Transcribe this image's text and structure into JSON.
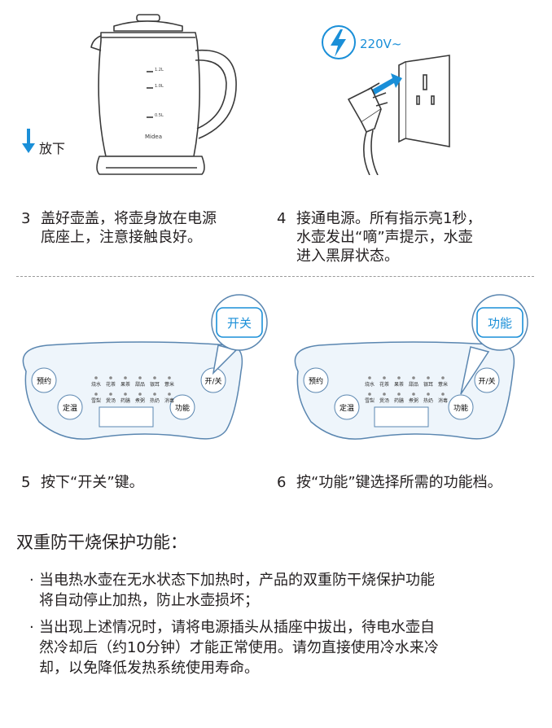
{
  "illustrations": {
    "kettle": {
      "brand": "Midea",
      "put_down_label": "放下",
      "scale_marks": [
        "1.2L",
        "1.0L",
        "0.5L"
      ]
    },
    "outlet": {
      "voltage": "220V~"
    }
  },
  "steps": [
    {
      "number": "3",
      "lines": [
        "盖好壶盖，将壶身放在电源",
        "底座上，注意接触良好。"
      ]
    },
    {
      "number": "4",
      "lines": [
        "接通电源。所有指示亮1秒，",
        "水壶发出“嘀”声提示，水壶",
        "进入黑屏状态。"
      ]
    },
    {
      "number": "5",
      "lines": [
        "按下“开关”键。"
      ]
    },
    {
      "number": "6",
      "lines": [
        "按“功能”键选择所需的功能档。"
      ]
    }
  ],
  "panels": [
    {
      "callout": "开关",
      "buttons": {
        "reserve": "预约",
        "keep_warm": "定温",
        "power": "开/关",
        "function": "功能"
      },
      "indicators_row1": [
        "烧水",
        "花茶",
        "果茶",
        "甜品",
        "银耳",
        "薏米"
      ],
      "indicators_row2": [
        "雪梨",
        "煲汤",
        "药膳",
        "煮粥",
        "热奶",
        "消毒"
      ]
    },
    {
      "callout": "功能",
      "buttons": {
        "reserve": "预约",
        "keep_warm": "定温",
        "power": "开/关",
        "function": "功能"
      },
      "indicators_row1": [
        "烧水",
        "花茶",
        "果茶",
        "甜品",
        "银耳",
        "薏米"
      ],
      "indicators_row2": [
        "雪梨",
        "煲汤",
        "药膳",
        "煮粥",
        "热奶",
        "消毒"
      ]
    }
  ],
  "protection": {
    "title": "双重防干烧保护功能：",
    "bullets": [
      {
        "lines": [
          "当电热水壶在无水状态下加热时，产品的双重防干烧保护功能",
          "将自动停止加热，防止水壶损坏；"
        ]
      },
      {
        "lines": [
          "当出现上述情况时，请将电源插头从插座中拔出，待电水壶自",
          "然冷却后（约10分钟）才能正常使用。请勿直接使用冷水来冷",
          "却，以免降低发热系统使用寿命。"
        ]
      }
    ]
  },
  "colors": {
    "accent": "#1a8fd8",
    "text": "#231f20",
    "line": "#3a3a3a",
    "panel_fill": "#eef5fb"
  }
}
